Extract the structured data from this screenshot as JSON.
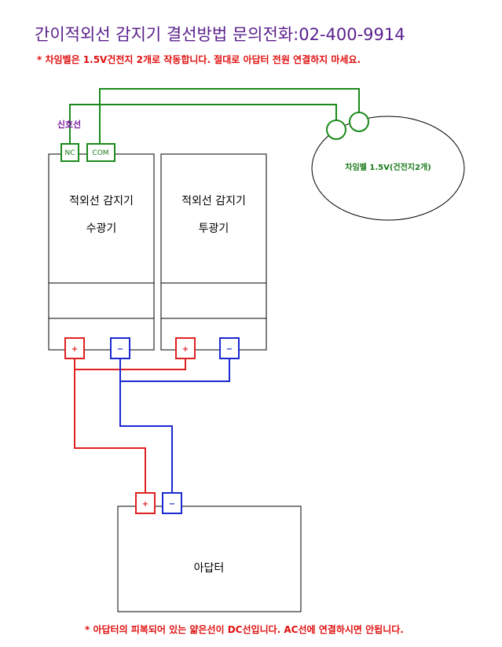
{
  "title": "간이적외선 감지기 결선방법 문의전화:02-400-9914",
  "warning_top": "* 차임벨은 1.5V건전지 2개로 작동합니다. 절대로 아답터 전원 연결하지 마세요.",
  "warning_bottom": "* 아답터의 피복되어 있는 얇은선이 DC선입니다. AC선에 연결하시면 안됩니다.",
  "signal_label": "신호선",
  "nc_label": "NC",
  "com_label": "COM",
  "chime_label": "차임벨 1.5V(건전지2개)",
  "receiver": {
    "line1": "적외선 감지기",
    "line2": "수광기"
  },
  "transmitter": {
    "line1": "적외선 감지기",
    "line2": "투광기"
  },
  "adapter": {
    "label": "아답터",
    "sub": ""
  },
  "plus_sign": "+",
  "minus_sign": "−",
  "colors": {
    "red": "#e02020",
    "blue": "#1a2ad0",
    "green": "#1a8a1a",
    "black": "#000000"
  }
}
